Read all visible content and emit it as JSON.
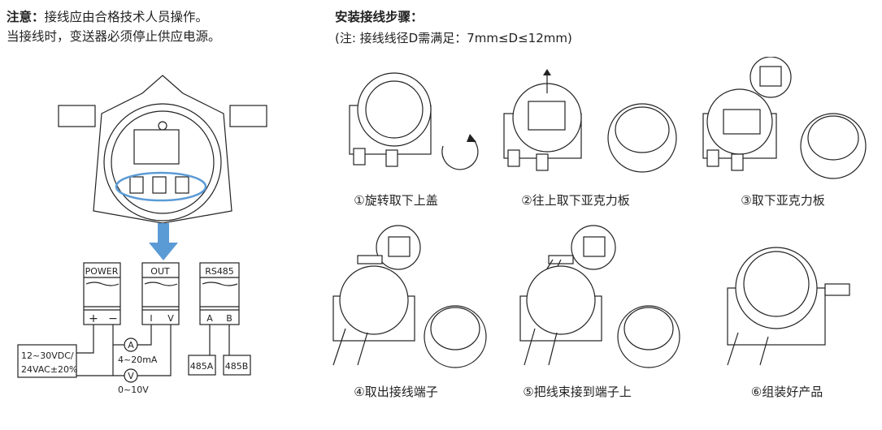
{
  "note": {
    "label": "注意：",
    "line1": "接线应由合格技术人员操作。",
    "line2": "当接线时，变送器必须停止供应电源。"
  },
  "install": {
    "title": "安装接线步骤：",
    "subtitle": "(注: 接线线径D需满足：7mm≤D≤12mm)",
    "steps": [
      {
        "label": "①旋转取下上盖"
      },
      {
        "label": "②往上取下亚克力板"
      },
      {
        "label": "③取下亚克力板"
      },
      {
        "label": "④取出接线端子"
      },
      {
        "label": "⑤把线束接到端子上"
      },
      {
        "label": "⑥组装好产品"
      }
    ]
  },
  "wiring": {
    "arrow_color": "#5b9bd5",
    "terminals": [
      {
        "name": "POWER",
        "pins": [
          "+",
          "−"
        ]
      },
      {
        "name": "OUT",
        "pins": [
          "I",
          "V"
        ]
      },
      {
        "name": "RS485",
        "pins": [
          "A",
          "B"
        ]
      }
    ],
    "supply_line1": "12~30VDC/",
    "supply_line2": "24VAC±20%",
    "ammeter": "A",
    "voltmeter": "V",
    "current_range": "4~20mA",
    "voltage_range": "0~10V",
    "rs485_a": "485A",
    "rs485_b": "485B"
  }
}
